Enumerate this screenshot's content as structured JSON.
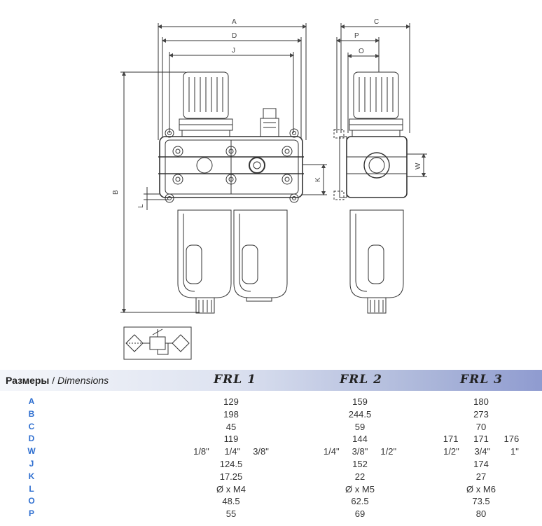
{
  "drawing": {
    "dimension_labels": [
      "A",
      "D",
      "J",
      "B",
      "L",
      "K",
      "C",
      "P",
      "O",
      "W"
    ]
  },
  "table": {
    "title_ru": "Размеры",
    "separator": " / ",
    "title_en": "Dimensions",
    "models": [
      "FRL 1",
      "FRL 2",
      "FRL 3"
    ],
    "rows": [
      {
        "key": "A",
        "values": [
          "129",
          "159",
          "180"
        ]
      },
      {
        "key": "B",
        "values": [
          "198",
          "244.5",
          "273"
        ]
      },
      {
        "key": "C",
        "values": [
          "45",
          "59",
          "70"
        ]
      },
      {
        "key": "D",
        "values": [
          "119",
          "144",
          "171      171      176"
        ]
      },
      {
        "key": "W",
        "values": [
          "1/8\"      1/4\"     3/8\"",
          "1/4\"     3/8\"     1/2\"",
          "1/2\"      3/4\"        1\""
        ]
      },
      {
        "key": "J",
        "values": [
          "124.5",
          "152",
          "174"
        ]
      },
      {
        "key": "K",
        "values": [
          "17.25",
          "22",
          "27"
        ]
      },
      {
        "key": "L",
        "values": [
          "Ø x M4",
          "Ø x M5",
          "Ø x M6"
        ]
      },
      {
        "key": "O",
        "values": [
          "48.5",
          "62.5",
          "73.5"
        ]
      },
      {
        "key": "P",
        "values": [
          "55",
          "69",
          "80"
        ]
      }
    ]
  }
}
